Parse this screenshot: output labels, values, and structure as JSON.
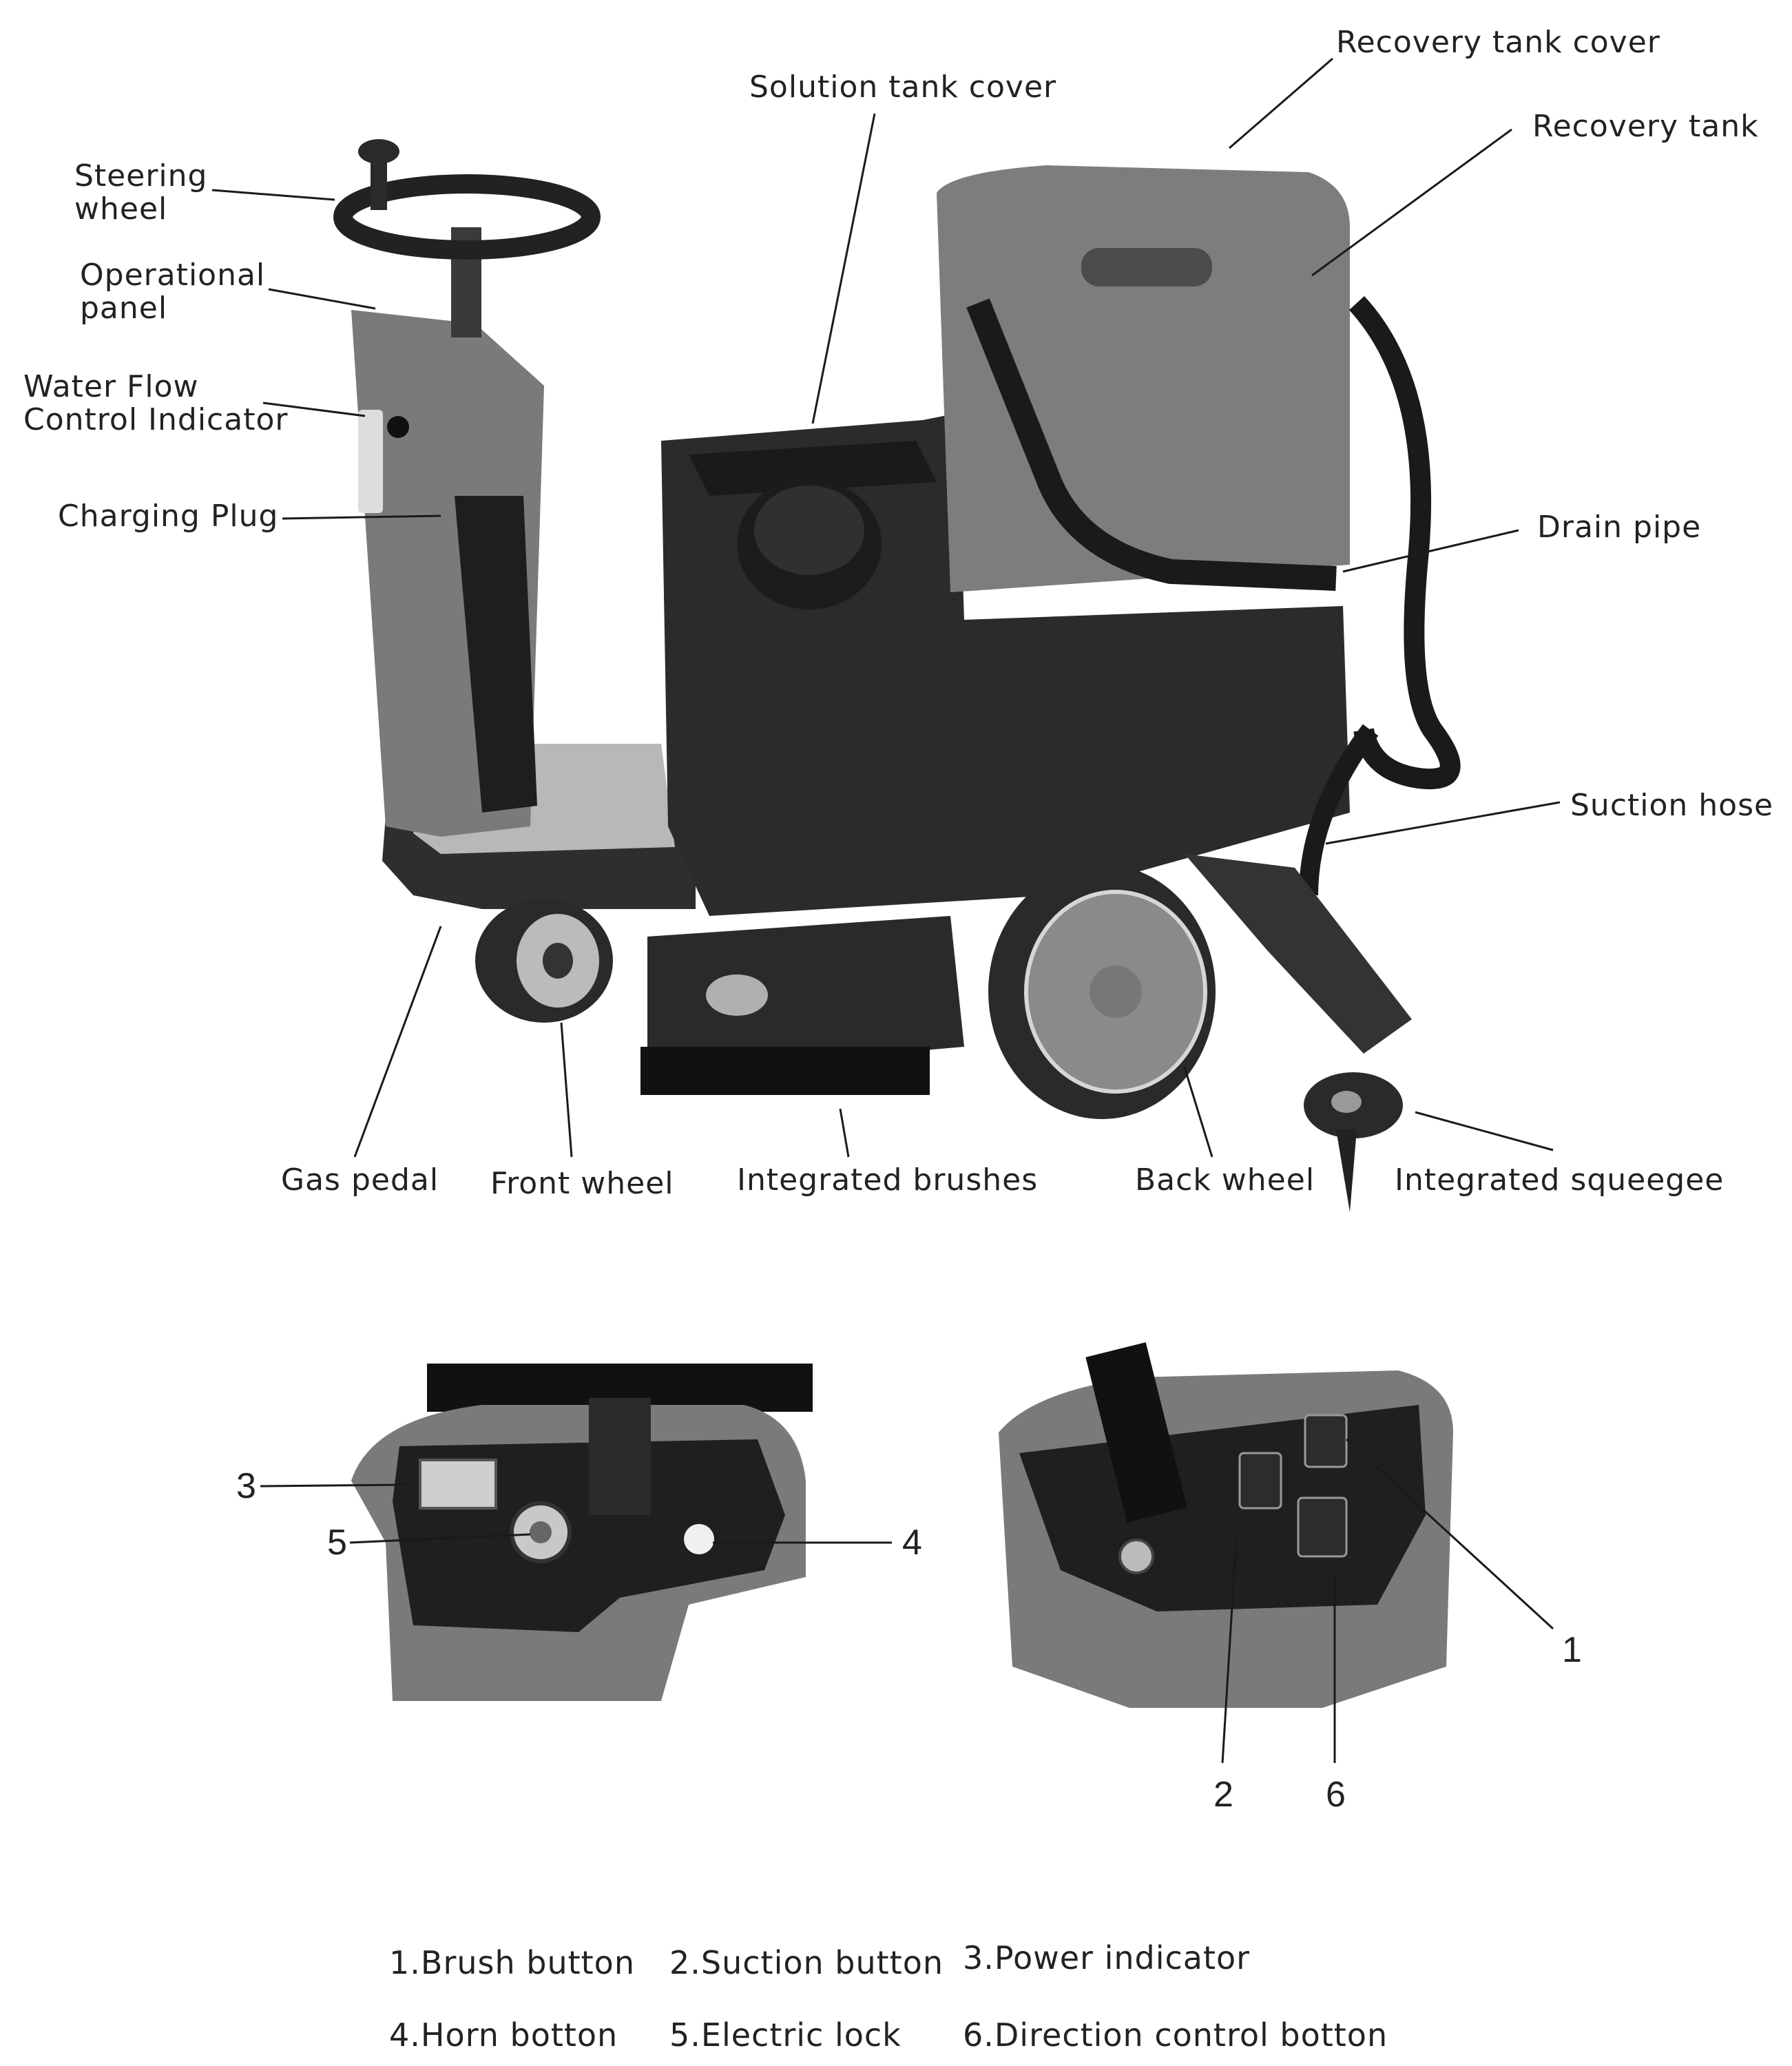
{
  "labels": {
    "steering_wheel": [
      "Steering",
      "wheel"
    ],
    "operational_panel": [
      "Operational",
      "panel"
    ],
    "water_flow": [
      "Water Flow",
      "Control Indicator"
    ],
    "charging_plug": "Charging Plug",
    "solution_tank_cover": "Solution tank cover",
    "recovery_tank_cover": "Recovery tank cover",
    "recovery_tank": "Recovery tank",
    "drain_pipe": "Drain pipe",
    "suction_hose": "Suction hose",
    "gas_pedal": "Gas pedal",
    "front_wheel": "Front wheel",
    "integrated_brushes": "Integrated brushes",
    "back_wheel": "Back wheel",
    "integrated_squeegee": "Integrated squeegee"
  },
  "callouts": {
    "n1": "1",
    "n2": "2",
    "n3": "3",
    "n4": "4",
    "n5": "5",
    "n6": "6"
  },
  "legend": [
    "1.Brush button",
    "2.Suction button",
    "3.Power indicator",
    "4.Horn botton",
    "5.Electric lock",
    "6.Direction control botton"
  ],
  "colors": {
    "text": "#222222",
    "leader": "#1a1a1a",
    "body_dark": "#2b2b2b",
    "body_gray": "#7a7a7a"
  }
}
